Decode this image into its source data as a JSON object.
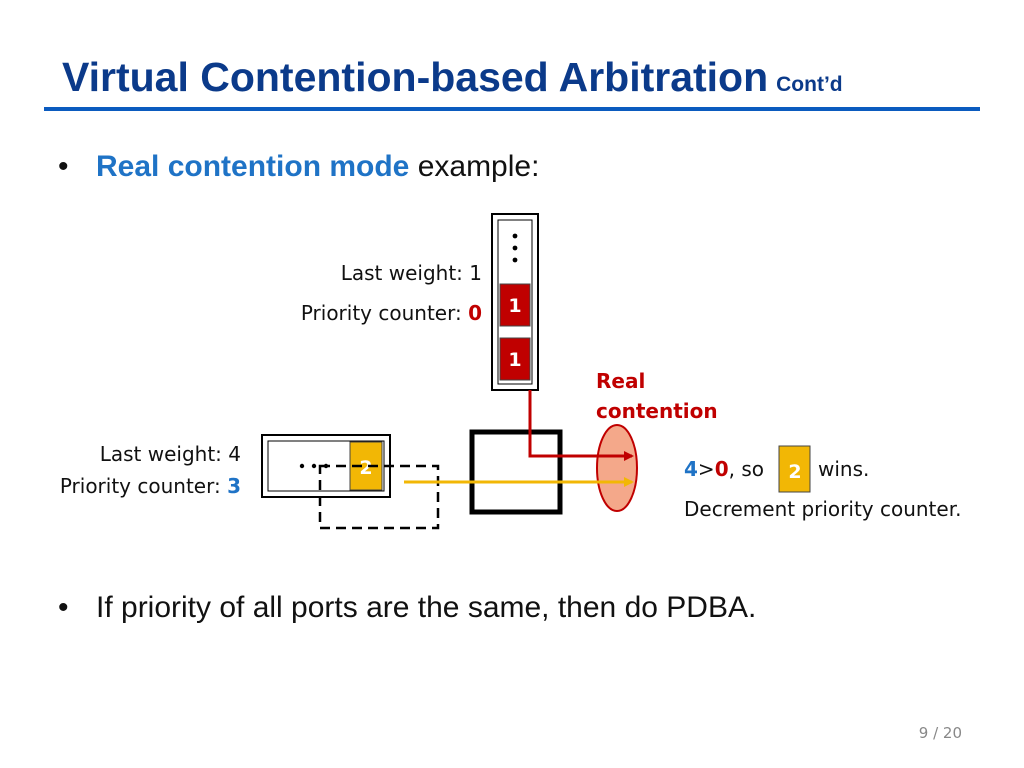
{
  "title": {
    "main": "Virtual Contention-based Arbitration",
    "sub": "Cont’d"
  },
  "bullets": [
    {
      "accent": "Real contention mode",
      "text": " example:"
    },
    {
      "text": "If priority of all ports are the same, then do PDBA."
    }
  ],
  "top_port": {
    "ellipsis": "⋮",
    "last_weight": "Last weight: 1",
    "priority_prefix": "Priority counter: ",
    "priority_value": "0",
    "flits": [
      "1",
      "1"
    ]
  },
  "left_port": {
    "ellipsis": "···",
    "last_weight": "Last weight: 4",
    "priority_prefix": "Priority counter: ",
    "priority_value": "3",
    "flit": "2"
  },
  "contention": {
    "line1": "Real",
    "line2": "contention"
  },
  "result": {
    "a": "4",
    "gt": ">",
    "b": "0",
    "so": ", so",
    "flit": "2",
    "wins": "wins.",
    "line2": "Decrement priority counter."
  },
  "page_number": "9 / 20",
  "colors": {
    "title": "#0b3a8a",
    "accent_blue": "#1f73c6",
    "red": "#c00000",
    "flit_red": "#c00000",
    "flit_yellow": "#f2b705",
    "ellipse_fill": "#f4a88a"
  }
}
